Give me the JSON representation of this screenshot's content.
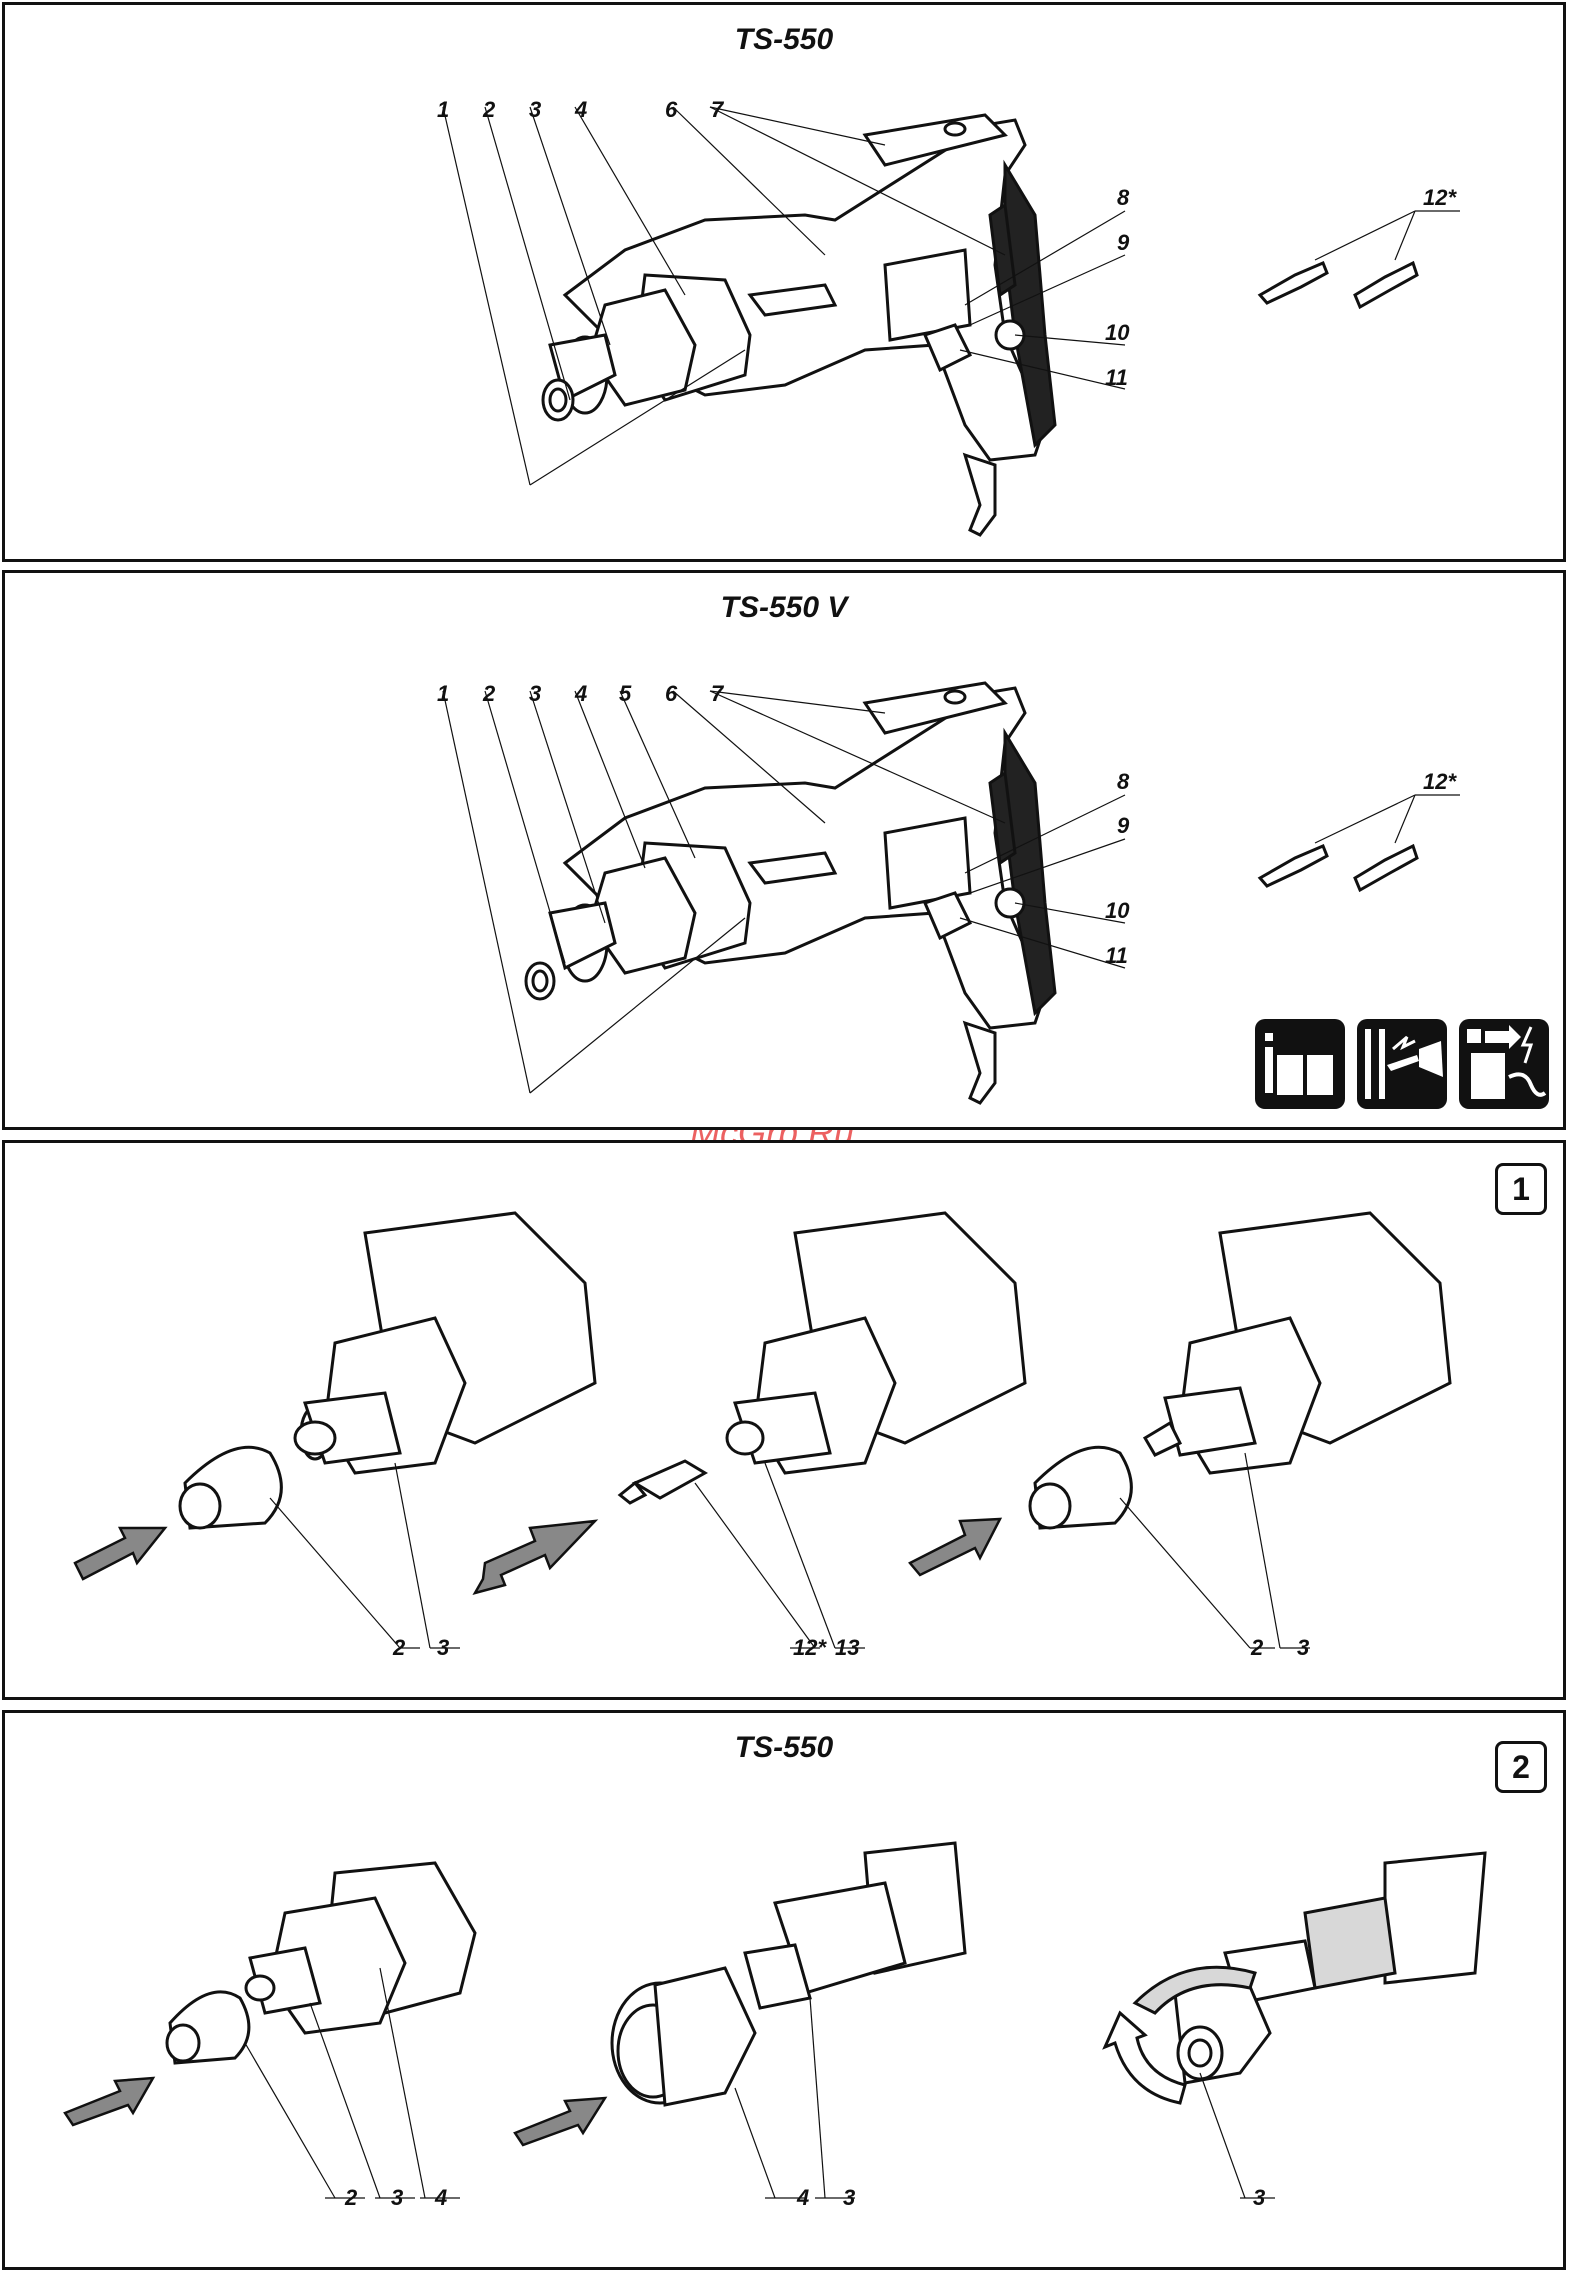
{
  "watermark": "McGrp.Ru",
  "panels": [
    {
      "title": "TS-550",
      "callouts": [
        "1",
        "2",
        "3",
        "4",
        "6",
        "7",
        "8",
        "9",
        "10",
        "11",
        "12*"
      ]
    },
    {
      "title": "TS-550 V",
      "callouts": [
        "1",
        "2",
        "3",
        "4",
        "5",
        "6",
        "7",
        "8",
        "9",
        "10",
        "11",
        "12*"
      ],
      "icons": [
        "manual-icon",
        "wall-drilling-warning-icon",
        "unplug-before-service-icon"
      ]
    },
    {
      "step": "1",
      "callouts": [
        "2",
        "3",
        "12*",
        "13",
        "2",
        "3"
      ]
    },
    {
      "title": "TS-550",
      "step": "2",
      "callouts": [
        "2",
        "3",
        "4",
        "4",
        "3",
        "3"
      ]
    }
  ]
}
